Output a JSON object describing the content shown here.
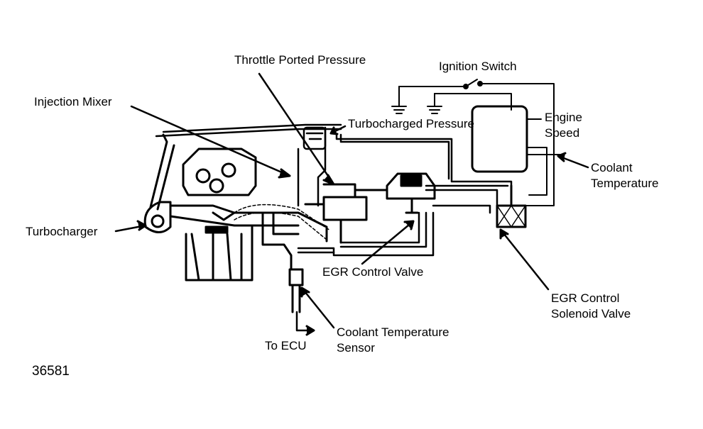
{
  "figure_number": "36581",
  "labels": {
    "throttle_ported_pressure": "Throttle Ported Pressure",
    "ignition_switch": "Ignition Switch",
    "injection_mixer": "Injection Mixer",
    "turbocharged_pressure": "Turbocharged Pressure",
    "engine_speed": [
      "Engine",
      "Speed"
    ],
    "coolant_temperature": [
      "Coolant",
      "Temperature"
    ],
    "turbocharger": "Turbocharger",
    "egr_control_valve": "EGR Control Valve",
    "egr_control_solenoid_valve": [
      "EGR Control",
      "Solenoid Valve"
    ],
    "to_ecu": "To ECU",
    "coolant_temperature_sensor": [
      "Coolant Temperature",
      "Sensor"
    ]
  }
}
